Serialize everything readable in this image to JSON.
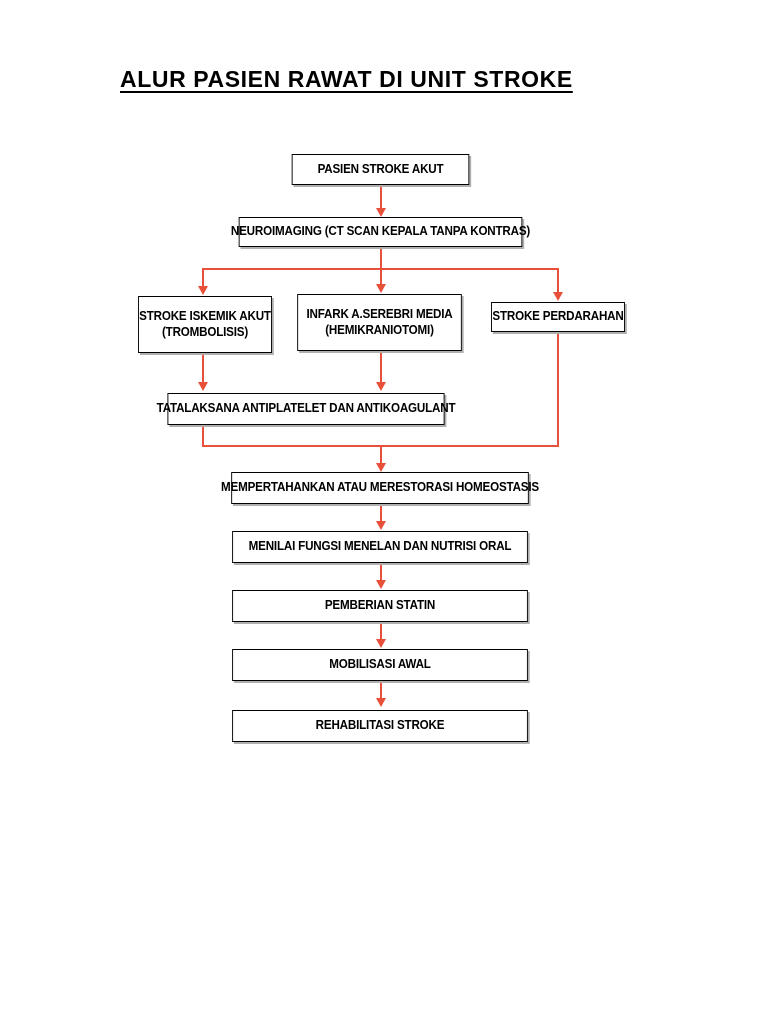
{
  "document": {
    "title": "ALUR PASIEN RAWAT DI UNIT STROKE"
  },
  "diagram": {
    "type": "flowchart",
    "orientation": "top-to-bottom",
    "accent_color": "#e8503a",
    "box_border_color": "#000000",
    "box_fill_color": "#ffffff",
    "nodes": [
      {
        "id": "n1",
        "label": "PASIEN STROKE AKUT",
        "lines": [
          "PASIEN STROKE AKUT"
        ]
      },
      {
        "id": "n2",
        "label": "NEUROIMAGING (CT SCAN KEPALA TANPA KONTRAS)",
        "lines": [
          "NEUROIMAGING (CT SCAN KEPALA TANPA KONTRAS)"
        ]
      },
      {
        "id": "n3",
        "label": "STROKE ISKEMIK AKUT (TROMBOLISIS)",
        "lines": [
          "STROKE ISKEMIK AKUT",
          "(TROMBOLISIS)"
        ]
      },
      {
        "id": "n4",
        "label": "INFARK A.SEREBRI MEDIA (HEMIKRANIOTOMI)",
        "lines": [
          "INFARK A.SEREBRI MEDIA",
          "(HEMIKRANIOTOMI)"
        ]
      },
      {
        "id": "n5",
        "label": "STROKE PERDARAHAN",
        "lines": [
          "STROKE PERDARAHAN"
        ]
      },
      {
        "id": "n6",
        "label": "TATALAKSANA ANTIPLATELET DAN ANTIKOAGULANT",
        "lines": [
          "TATALAKSANA ANTIPLATELET DAN ANTIKOAGULANT"
        ]
      },
      {
        "id": "n7",
        "label": "MEMPERTAHANKAN ATAU MERESTORASI HOMEOSTASIS",
        "lines": [
          "MEMPERTAHANKAN ATAU MERESTORASI HOMEOSTASIS"
        ]
      },
      {
        "id": "n8",
        "label": "MENILAI FUNGSI MENELAN DAN NUTRISI ORAL",
        "lines": [
          "MENILAI FUNGSI MENELAN DAN NUTRISI ORAL"
        ]
      },
      {
        "id": "n9",
        "label": "PEMBERIAN STATIN",
        "lines": [
          "PEMBERIAN STATIN"
        ]
      },
      {
        "id": "n10",
        "label": "MOBILISASI AWAL",
        "lines": [
          "MOBILISASI AWAL"
        ]
      },
      {
        "id": "n11",
        "label": "REHABILITASI STROKE",
        "lines": [
          "REHABILITASI STROKE"
        ]
      }
    ],
    "edges": [
      {
        "from": "n1",
        "to": "n2"
      },
      {
        "from": "n2",
        "to": "n3"
      },
      {
        "from": "n2",
        "to": "n4"
      },
      {
        "from": "n2",
        "to": "n5"
      },
      {
        "from": "n3",
        "to": "n6"
      },
      {
        "from": "n4",
        "to": "n6"
      },
      {
        "from": "n5",
        "to": "n7"
      },
      {
        "from": "n6",
        "to": "n7"
      },
      {
        "from": "n7",
        "to": "n8"
      },
      {
        "from": "n8",
        "to": "n9"
      },
      {
        "from": "n9",
        "to": "n10"
      },
      {
        "from": "n10",
        "to": "n11"
      }
    ]
  }
}
